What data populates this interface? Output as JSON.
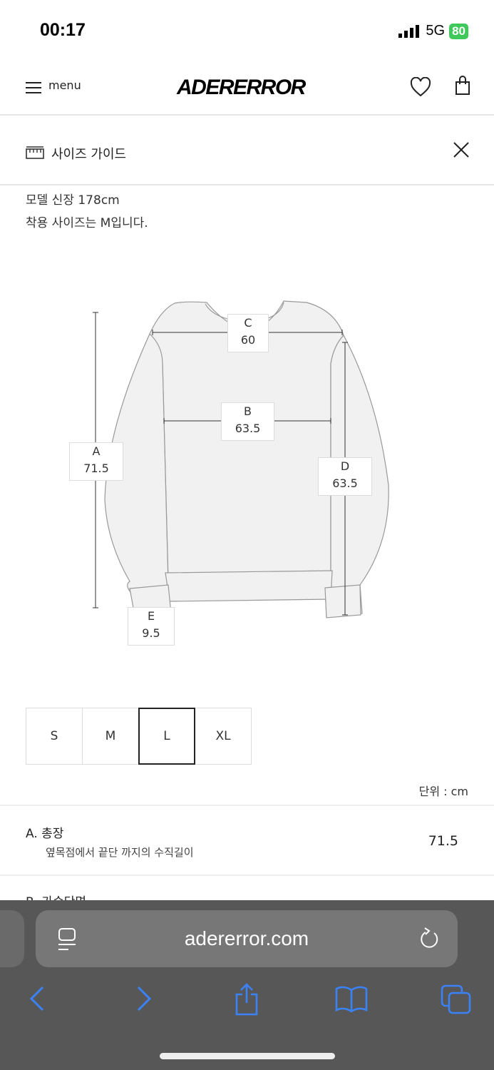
{
  "status": {
    "time": "00:17",
    "network": "5G",
    "battery": "80"
  },
  "header": {
    "menu_label": "menu",
    "logo": "ADERERROR",
    "icons": [
      "heart-icon",
      "bag-icon"
    ]
  },
  "guide": {
    "title": "사이즈 가이드",
    "model_height": "모델 신장 178cm",
    "model_size": "착용 사이즈는 M입니다."
  },
  "diagram": {
    "A": {
      "letter": "A",
      "value": "71.5"
    },
    "B": {
      "letter": "B",
      "value": "63.5"
    },
    "C": {
      "letter": "C",
      "value": "60"
    },
    "D": {
      "letter": "D",
      "value": "63.5"
    },
    "E": {
      "letter": "E",
      "value": "9.5"
    }
  },
  "sizes": {
    "options": [
      "S",
      "M",
      "L",
      "XL"
    ],
    "selected": "L"
  },
  "unit": "단위 : cm",
  "measurements": [
    {
      "label": "A. 총장",
      "desc": "옆목점에서 끝단 까지의 수직길이",
      "value": "71.5"
    },
    {
      "label": "B. 가슴단면"
    }
  ],
  "browser": {
    "url": "adererror.com"
  }
}
